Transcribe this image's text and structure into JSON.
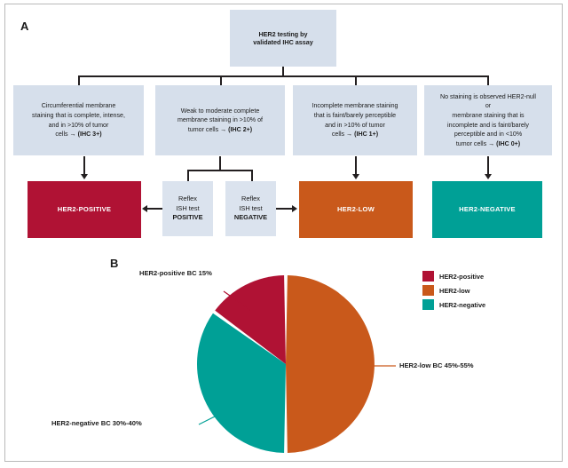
{
  "figure": {
    "panel_a_letter": "A",
    "panel_b_letter": "B"
  },
  "colors": {
    "her2_positive": "#b01234",
    "her2_low": "#c9591b",
    "her2_negative": "#00a096",
    "box_blue": "#d6dfeb",
    "line": "#231f20",
    "frame": "#b9b9b9"
  },
  "flowchart": {
    "root": {
      "line1": "HER2 testing by",
      "line2": "validated IHC assay"
    },
    "criteria": [
      {
        "id": "ihc3",
        "lines": [
          "Circumferential membrane",
          "staining that is complete, intense,",
          "and in >10% of tumor"
        ],
        "tail_plain": "cells → ",
        "tail_bold": "(IHC 3+)"
      },
      {
        "id": "ihc2",
        "lines": [
          "Weak to moderate complete",
          "membrane staining in >10% of"
        ],
        "tail_plain": "tumor cells → ",
        "tail_bold": "(IHC 2+)"
      },
      {
        "id": "ihc1",
        "lines": [
          "Incomplete membrane staining",
          "that is faint/barely perceptible",
          "and in >10% of tumor"
        ],
        "tail_plain": "cells → ",
        "tail_bold": "(IHC 1+)"
      },
      {
        "id": "ihc0",
        "lines": [
          "No staining is observed HER2-null",
          "or",
          "membrane staining that is",
          "incomplete and is faint/barely",
          "perceptible and in <10%"
        ],
        "tail_plain": "tumor cells → ",
        "tail_bold": "(IHC 0+)"
      }
    ],
    "reflex": [
      {
        "id": "reflex-positive",
        "line1": "Reflex",
        "line2": "ISH test",
        "line3": "POSITIVE"
      },
      {
        "id": "reflex-negative",
        "line1": "Reflex",
        "line2": "ISH test",
        "line3": "NEGATIVE"
      }
    ],
    "results": [
      {
        "id": "her2-positive",
        "label": "HER2-POSITIVE"
      },
      {
        "id": "her2-low",
        "label": "HER2-LOW"
      },
      {
        "id": "her2-negative",
        "label": "HER2-NEGATIVE"
      }
    ]
  },
  "chart_data": {
    "type": "pie",
    "title": "",
    "categories": [
      "HER2-positive",
      "HER2-low",
      "HER2-negative"
    ],
    "values": [
      15,
      50,
      35
    ],
    "colors": [
      "#b01234",
      "#c9591b",
      "#00a096"
    ],
    "legend_position": "top-right",
    "legend": [
      "HER2-positive",
      "HER2-low",
      "HER2-negative"
    ],
    "annotations": [
      {
        "id": "positive",
        "text": "HER2-positive BC 15%",
        "value_range": "15%"
      },
      {
        "id": "low",
        "text": "HER2-low BC 45%-55%",
        "value_range": "45%-55%"
      },
      {
        "id": "negative",
        "text": "HER2-negative BC 30%-40%",
        "value_range": "30%-40%"
      }
    ]
  }
}
